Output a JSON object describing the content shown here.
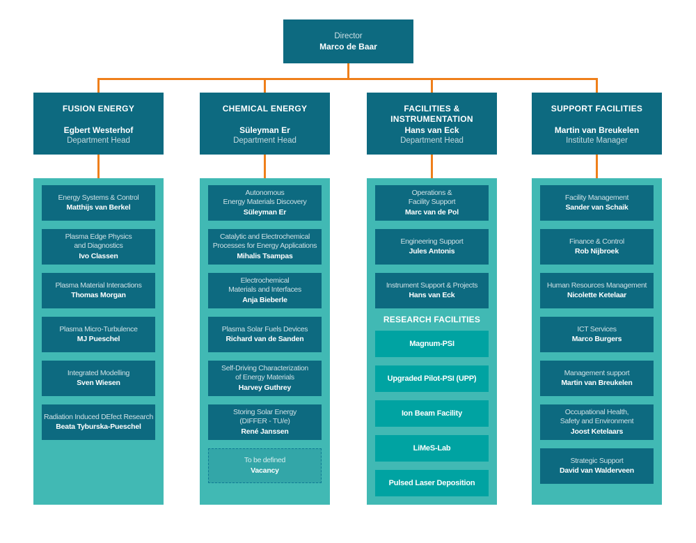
{
  "director": {
    "title": "Director",
    "name": "Marco de Baar"
  },
  "departments": [
    {
      "title": "FUSION ENERGY",
      "head": "Egbert Westerhof",
      "role": "Department Head",
      "groups": [
        {
          "title": "Energy Systems & Control",
          "lead": "Matthijs van Berkel"
        },
        {
          "title": "Plasma Edge Physics\nand Diagnostics",
          "lead": "Ivo Classen"
        },
        {
          "title": "Plasma Material Interactions",
          "lead": "Thomas Morgan"
        },
        {
          "title": "Plasma Micro-Turbulence",
          "lead": "MJ Pueschel"
        },
        {
          "title": "Integrated Modelling",
          "lead": "Sven Wiesen"
        },
        {
          "title": "Radiation Induced DEfect Research",
          "lead": "Beata Tyburska-Pueschel"
        }
      ]
    },
    {
      "title": "CHEMICAL ENERGY",
      "head": "Süleyman Er",
      "role": "Department Head",
      "groups": [
        {
          "title": "Autonomous\nEnergy Materials Discovery",
          "lead": "Süleyman Er"
        },
        {
          "title": "Catalytic and Electrochemical\nProcesses for Energy Applications",
          "lead": "Mihalis Tsampas"
        },
        {
          "title": "Electrochemical\nMaterials and Interfaces",
          "lead": "Anja Bieberle"
        },
        {
          "title": "Plasma Solar Fuels Devices",
          "lead": "Richard van de Sanden"
        },
        {
          "title": "Self-Driving Characterization\nof Energy Materials",
          "lead": "Harvey Guthrey"
        },
        {
          "title": "Storing Solar Energy\n(DIFFER - TU/e)",
          "lead": "René Janssen"
        },
        {
          "title": "To be defined",
          "lead": "Vacancy"
        }
      ]
    },
    {
      "title": "FACILITIES &\nINSTRUMENTATION",
      "head": "Hans van Eck",
      "role": "Department Head",
      "groups": [
        {
          "title": "Operations &\nFacility Support",
          "lead": "Marc van de Pol"
        },
        {
          "title": "Engineering Support",
          "lead": "Jules Antonis"
        },
        {
          "title": "Instrument Support & Projects",
          "lead": "Hans van Eck"
        }
      ],
      "section_label": "RESEARCH FACILITIES",
      "facilities": [
        "Magnum-PSI",
        "Upgraded Pilot-PSI (UPP)",
        "Ion Beam Facility",
        "LiMeS-Lab",
        "Pulsed Laser Deposition"
      ]
    },
    {
      "title": "SUPPORT FACILITIES",
      "head": "Martin van Breukelen",
      "role": "Institute Manager",
      "groups": [
        {
          "title": "Facility Management",
          "lead": "Sander van Schaik"
        },
        {
          "title": "Finance & Control",
          "lead": "Rob Nijbroek"
        },
        {
          "title": "Human Resources Management",
          "lead": "Nicolette Ketelaar"
        },
        {
          "title": "ICT Services",
          "lead": "Marco Burgers"
        },
        {
          "title": "Management support",
          "lead": "Martin van Breukelen"
        },
        {
          "title": "Occupational Health,\nSafety and Environment",
          "lead": "Joost Ketelaars"
        },
        {
          "title": "Strategic Support",
          "lead": "David van Walderveen"
        }
      ]
    }
  ],
  "colors": {
    "box_dark_teal": "#0D6A80",
    "column_light_teal": "#41B9B4",
    "facility_teal": "#00A3A2",
    "connector_orange": "#EF7F1A"
  }
}
